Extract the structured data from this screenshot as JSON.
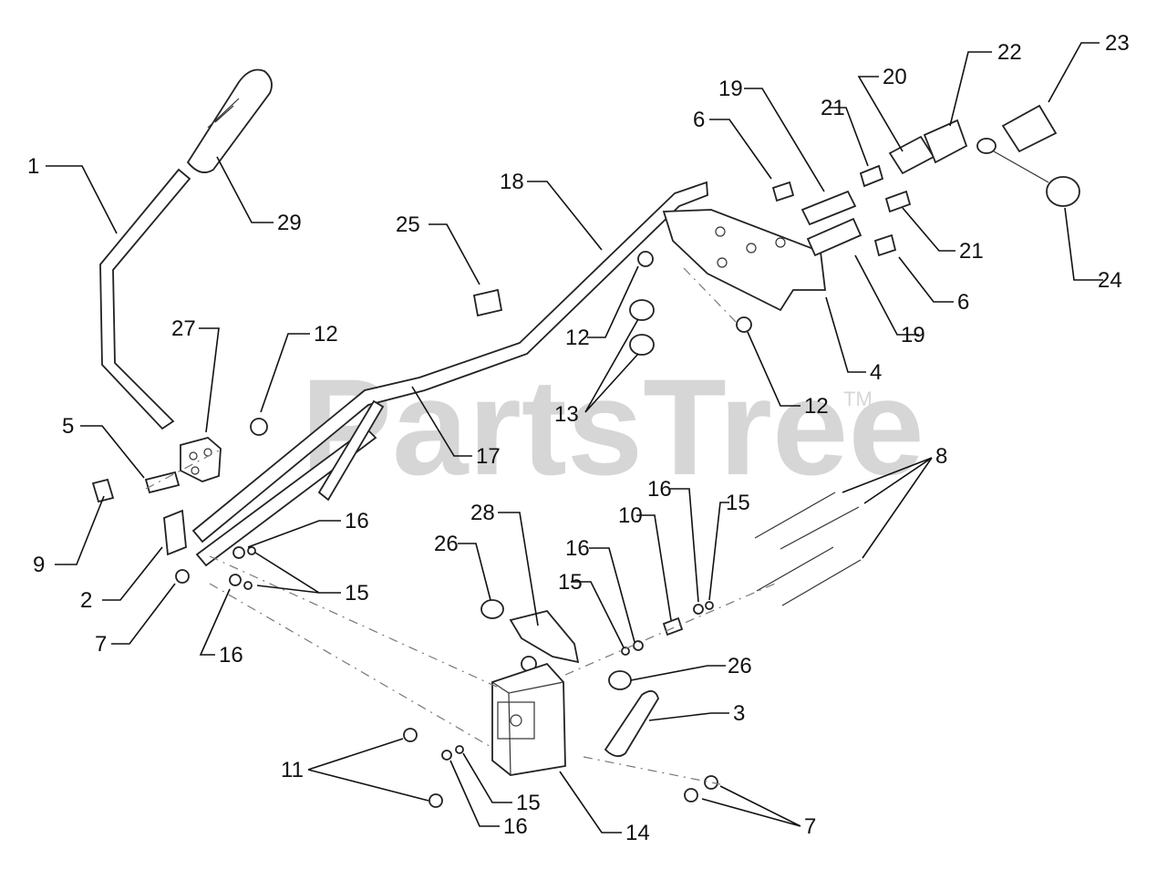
{
  "watermark": {
    "text": "PartsTree",
    "trademark": "TM"
  },
  "callouts": [
    {
      "label": "1"
    },
    {
      "label": "29"
    },
    {
      "label": "25"
    },
    {
      "label": "18"
    },
    {
      "label": "27"
    },
    {
      "label": "12"
    },
    {
      "label": "5"
    },
    {
      "label": "9"
    },
    {
      "label": "2"
    },
    {
      "label": "7"
    },
    {
      "label": "16"
    },
    {
      "label": "15"
    },
    {
      "label": "16"
    },
    {
      "label": "17"
    },
    {
      "label": "12"
    },
    {
      "label": "13"
    },
    {
      "label": "6"
    },
    {
      "label": "19"
    },
    {
      "label": "21"
    },
    {
      "label": "20"
    },
    {
      "label": "22"
    },
    {
      "label": "23"
    },
    {
      "label": "21"
    },
    {
      "label": "24"
    },
    {
      "label": "6"
    },
    {
      "label": "19"
    },
    {
      "label": "4"
    },
    {
      "label": "12"
    },
    {
      "label": "8"
    },
    {
      "label": "28"
    },
    {
      "label": "26"
    },
    {
      "label": "16"
    },
    {
      "label": "15"
    },
    {
      "label": "10"
    },
    {
      "label": "16"
    },
    {
      "label": "15"
    },
    {
      "label": "26"
    },
    {
      "label": "3"
    },
    {
      "label": "11"
    },
    {
      "label": "15"
    },
    {
      "label": "16"
    },
    {
      "label": "14"
    },
    {
      "label": "7"
    }
  ]
}
